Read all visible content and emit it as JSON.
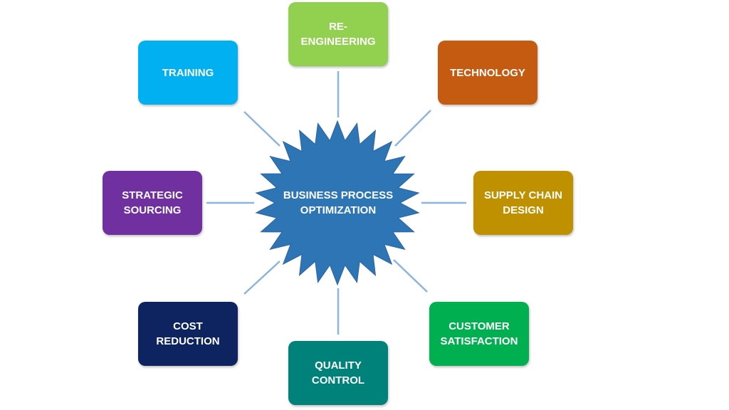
{
  "center": {
    "label": "BUSINESS PROCESS\nOPTIMIZATION",
    "color": "#2E75B6"
  },
  "connector_color": "#8EB4DC",
  "nodes": [
    {
      "label": "RE-\nENGINEERING",
      "color": "#92D050"
    },
    {
      "label": "TECHNOLOGY",
      "color": "#C55A11"
    },
    {
      "label": "SUPPLY CHAIN\nDESIGN",
      "color": "#BF9000"
    },
    {
      "label": "CUSTOMER\nSATISFACTION",
      "color": "#00B050"
    },
    {
      "label": "QUALITY\nCONTROL",
      "color": "#00827A"
    },
    {
      "label": "COST\nREDUCTION",
      "color": "#0E2461"
    },
    {
      "label": "STRATEGIC\nSOURCING",
      "color": "#7030A0"
    },
    {
      "label": "TRAINING",
      "color": "#00B0F0"
    }
  ]
}
